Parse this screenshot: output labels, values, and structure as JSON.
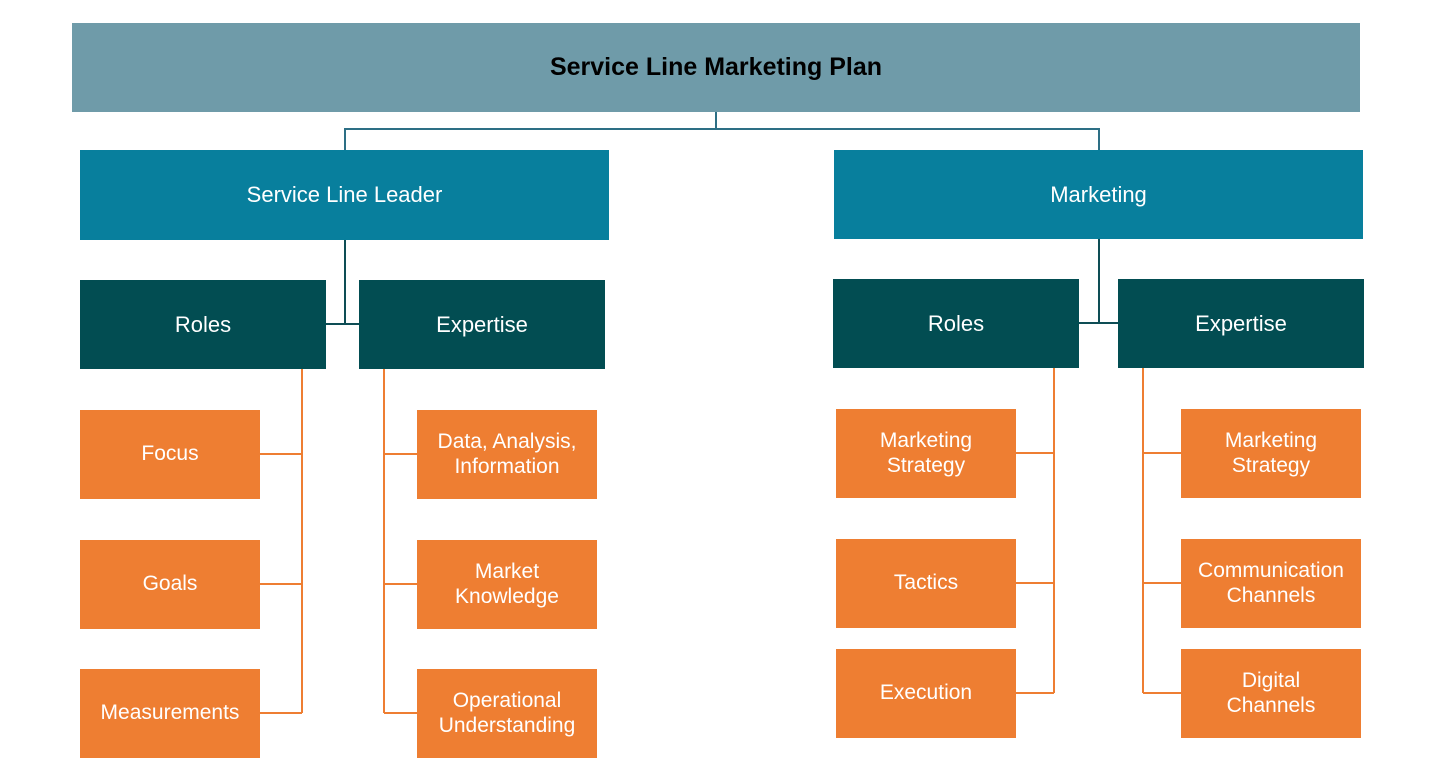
{
  "colors": {
    "title_bg": "#6f9ba9",
    "leader_bg": "#087f9d",
    "group_bg": "#024d52",
    "leaf_bg": "#ee7e32",
    "line_title": "#2d6f85",
    "line_dark": "#0e4d55",
    "line_leaf": "#ee7e32"
  },
  "title": "Service Line Marketing Plan",
  "branches": [
    {
      "label": "Service Line Leader",
      "groups": [
        {
          "label": "Roles",
          "items": [
            "Focus",
            "Goals",
            "Measurements"
          ]
        },
        {
          "label": "Expertise",
          "items": [
            "Data, Analysis,\nInformation",
            "Market\nKnowledge",
            "Operational\nUnderstanding"
          ]
        }
      ]
    },
    {
      "label": "Marketing",
      "groups": [
        {
          "label": "Roles",
          "items": [
            "Marketing\nStrategy",
            "Tactics",
            "Execution"
          ]
        },
        {
          "label": "Expertise",
          "items": [
            "Marketing\nStrategy",
            "Communication\nChannels",
            "Digital\nChannels"
          ]
        }
      ]
    }
  ]
}
